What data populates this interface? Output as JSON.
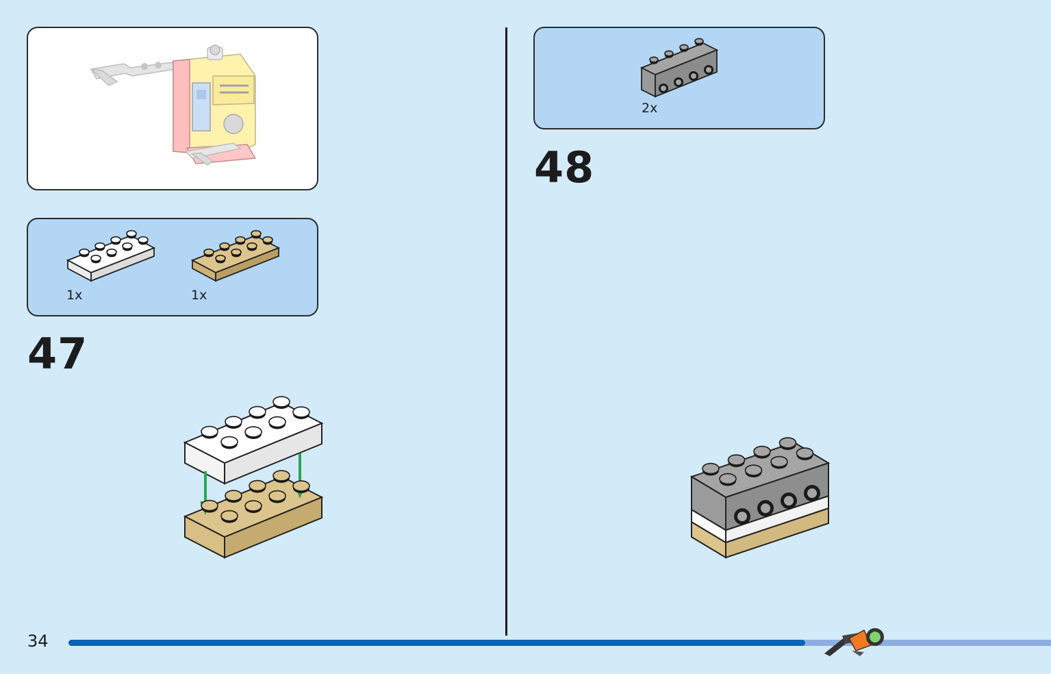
{
  "page": {
    "number": "34",
    "progress_percent": 75
  },
  "left": {
    "parts": [
      {
        "qty": "1x",
        "color": "#ffffff"
      },
      {
        "qty": "1x",
        "color": "#dcc48d"
      }
    ],
    "step_number": "47"
  },
  "right": {
    "parts": [
      {
        "qty": "2x",
        "color": "#a5a5a5"
      }
    ],
    "step_number": "48"
  },
  "colors": {
    "background": "#d3eaf9",
    "parts_panel": "#b3d6f4",
    "progress_fill": "#0c62b3",
    "progress_track": "#8eaee0",
    "arrow": "#2aa652"
  }
}
